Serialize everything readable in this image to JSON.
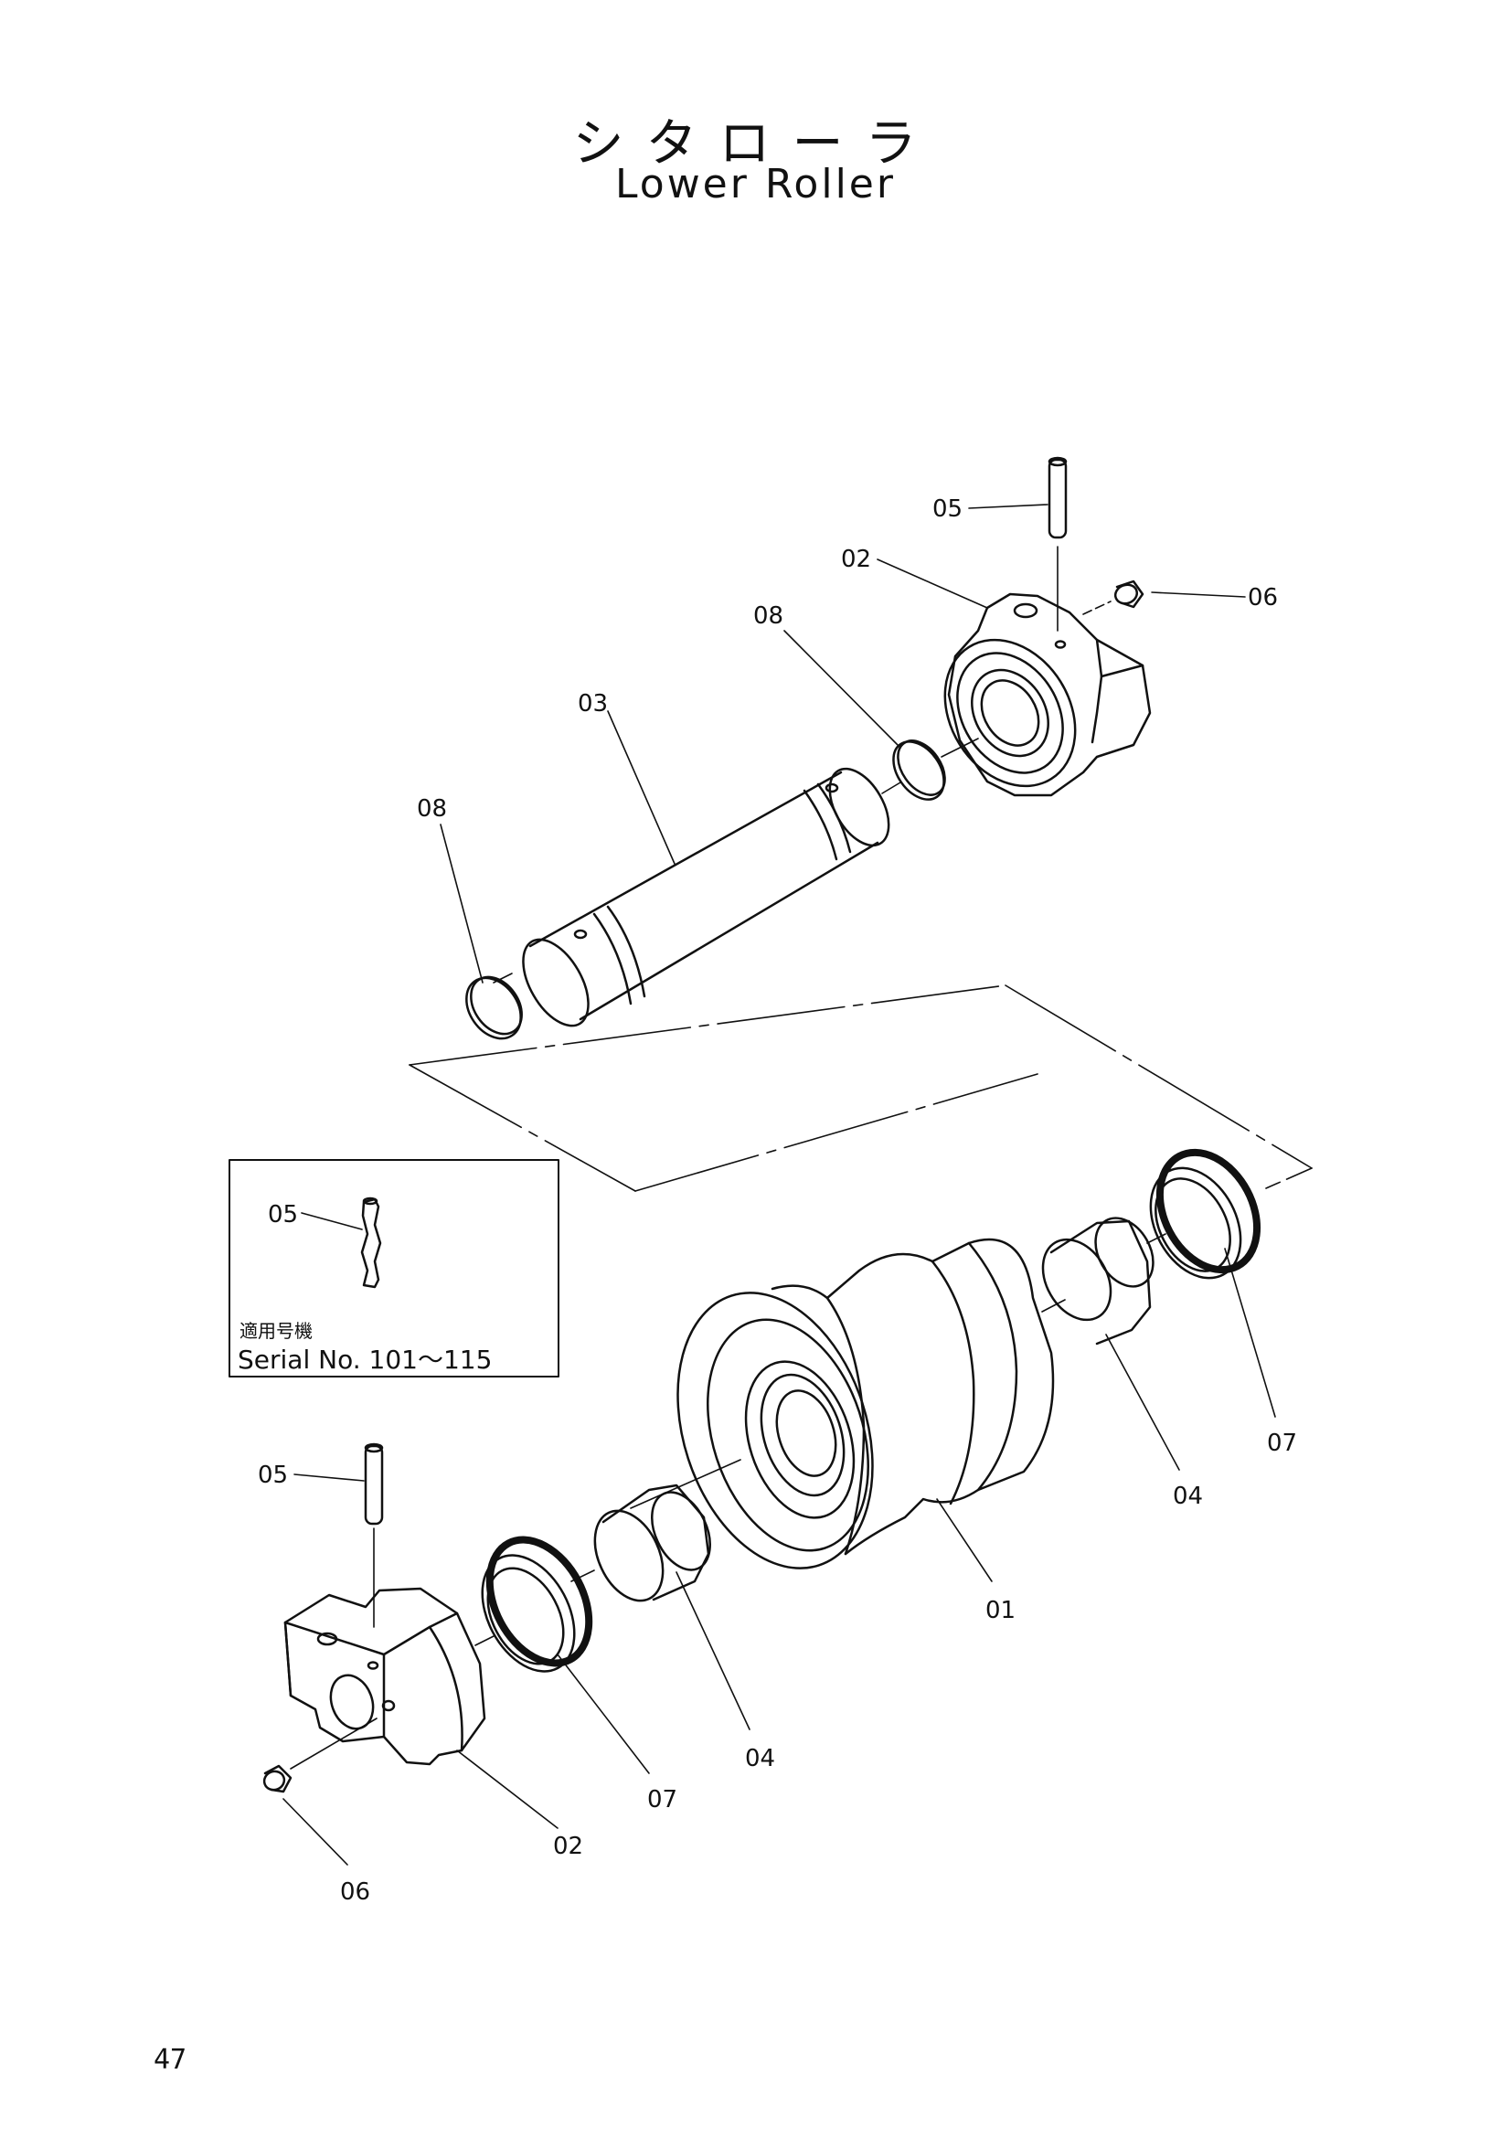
{
  "title": {
    "japanese": "シタローラ",
    "english": "Lower Roller"
  },
  "page_number": "47",
  "inset": {
    "applicability_jp": "適用号機",
    "serial": "Serial No. 101〜115",
    "part_label": "05"
  },
  "callouts": {
    "upper_pin": "05",
    "upper_bracket": "02",
    "upper_plug": "06",
    "upper_oring": "08",
    "shaft": "03",
    "lower_oring": "08",
    "roller": "01",
    "right_bushing": "04",
    "right_seal": "07",
    "left_pin": "05",
    "left_bushing": "04",
    "left_seal": "07",
    "left_bracket": "02",
    "left_plug": "06"
  }
}
